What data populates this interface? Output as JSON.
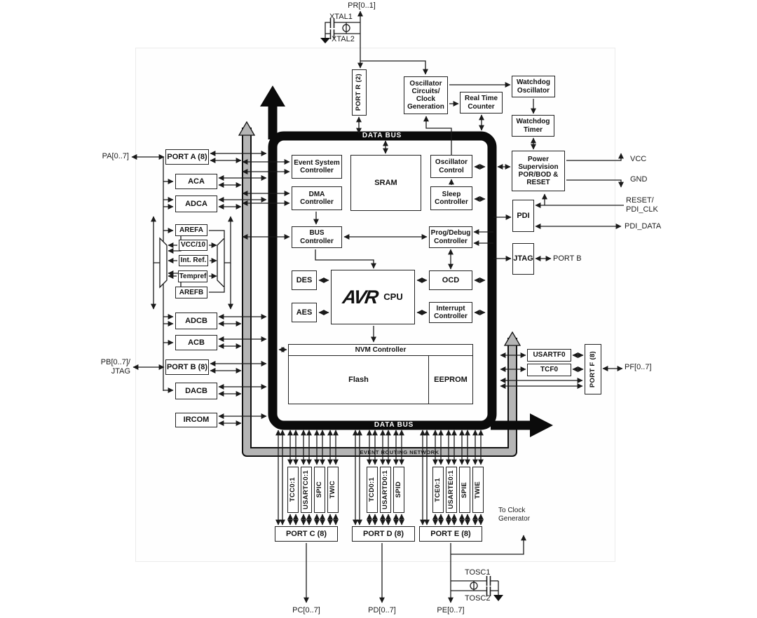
{
  "labels": {
    "pr": "PR[0..1]",
    "xtal1": "XTAL1",
    "xtal2": "XTAL2",
    "port_r": "PORT R (2)",
    "osc_circuits": "Oscillator\nCircuits/\nClock\nGeneration",
    "rtc": "Real Time\nCounter",
    "wd_osc": "Watchdog\nOscillator",
    "wd_timer": "Watchdog\nTimer",
    "power": "Power\nSupervision\nPOR/BOD &\nRESET",
    "vcc": "VCC",
    "gnd": "GND",
    "reset": "RESET/\nPDI_CLK",
    "pdi_data": "PDI_DATA",
    "pdi": "PDI",
    "jtag": "JTAG",
    "port_b_out": "PORT B",
    "pa": "PA[0..7]",
    "port_a": "PORT A (8)",
    "aca": "ACA",
    "adca": "ADCA",
    "arefa": "AREFA",
    "vcc10": "VCC/10",
    "int_ref": "Int. Ref.",
    "tempref": "Tempref",
    "arefb": "AREFB",
    "adcb": "ADCB",
    "acb": "ACB",
    "pb": "PB[0..7]/\nJTAG",
    "port_b8": "PORT B (8)",
    "dacb": "DACB",
    "ircom": "IRCOM",
    "data_bus": "DATA BUS",
    "event_routing": "EVENT ROUTING NETWORK",
    "event_sys": "Event System\nController",
    "dma": "DMA\nController",
    "sram": "SRAM",
    "osc_ctrl": "Oscillator\nControl",
    "sleep": "Sleep\nController",
    "bus_ctrl": "BUS\nController",
    "prog_debug": "Prog/Debug\nController",
    "des": "DES",
    "aes": "AES",
    "avr": "AVR",
    "cpu": "CPU",
    "ocd": "OCD",
    "int_ctrl": "Interrupt\nController",
    "nvm": "NVM Controller",
    "flash": "Flash",
    "eeprom": "EEPROM",
    "usartf0": "USARTF0",
    "tcf0": "TCF0",
    "port_f": "PORT F (8)",
    "pf": "PF[0..7]",
    "tcc01": "TCC0:1",
    "usartc01": "USARTC0:1",
    "spic": "SPIC",
    "twic": "TWIC",
    "port_c": "PORT C (8)",
    "tcd01": "TCD0:1",
    "usartd01": "USARTD0:1",
    "spid": "SPID",
    "port_d": "PORT D (8)",
    "tce01": "TCE0:1",
    "usarte01": "USARTE0:1",
    "spie": "SPIE",
    "twie": "TWIE",
    "port_e": "PORT E (8)",
    "to_clock": "To Clock\nGenerator",
    "pc": "PC[0..7]",
    "pd": "PD[0..7]",
    "pe": "PE[0..7]",
    "tosc1": "TOSC1",
    "tosc2": "TOSC2"
  },
  "colors": {
    "wire": "#1a1a1a",
    "data_bus": "#0b0b0b",
    "event_bus": "#b5b5b5",
    "box_border": "#222222"
  }
}
